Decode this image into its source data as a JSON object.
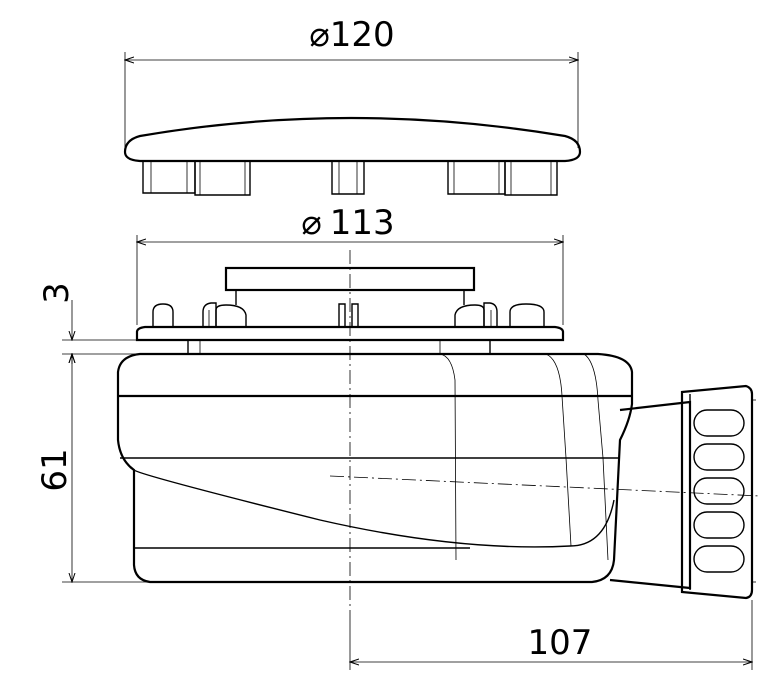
{
  "dimensions": {
    "cover_diameter": {
      "symbol": "⌀",
      "value": "120"
    },
    "body_diameter": {
      "symbol": "⌀",
      "value": "113"
    },
    "flange_thickness": {
      "value": "3"
    },
    "body_height": {
      "value": "61"
    },
    "outlet_offset": {
      "value": "107"
    }
  },
  "colors": {
    "line": "#000000",
    "background": "#ffffff"
  }
}
